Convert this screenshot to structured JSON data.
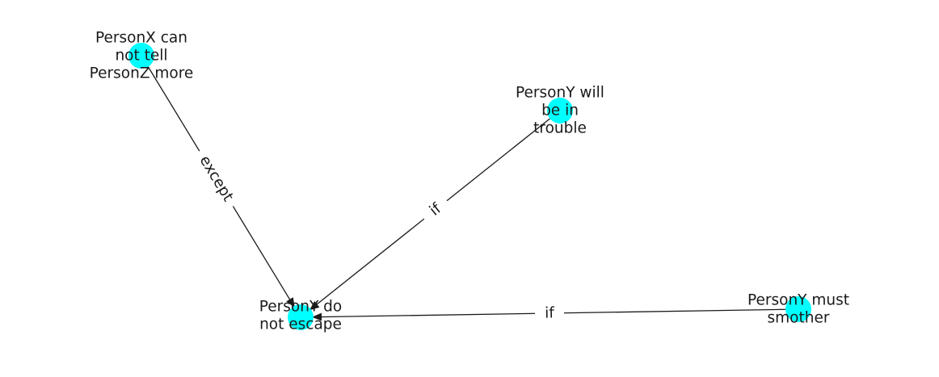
{
  "colors": {
    "node": "#00ffff",
    "edge": "#1a1a1a",
    "text": "#1a1a1a",
    "background": "#ffffff"
  },
  "diagram": {
    "nodes": [
      {
        "id": "n1",
        "lines": [
          "PersonX can",
          "not tell",
          "PersonZ more"
        ]
      },
      {
        "id": "n2",
        "lines": [
          "PersonY will",
          "be in",
          "trouble"
        ]
      },
      {
        "id": "n3",
        "lines": [
          "PersonY do",
          "not escape"
        ]
      },
      {
        "id": "n4",
        "lines": [
          "PersonY must",
          "smother"
        ]
      }
    ],
    "edges": [
      {
        "from": "n1",
        "to": "n3",
        "label": "except"
      },
      {
        "from": "n2",
        "to": "n3",
        "label": "if"
      },
      {
        "from": "n4",
        "to": "n3",
        "label": "if"
      }
    ]
  }
}
